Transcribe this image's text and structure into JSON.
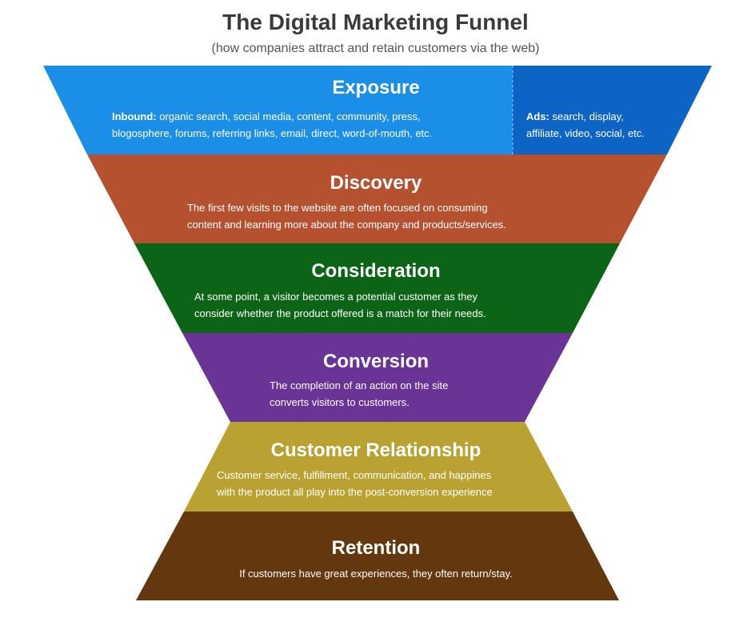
{
  "title": "The Digital Marketing Funnel",
  "subtitle": "(how companies attract and retain customers via the web)",
  "stages": [
    {
      "name": "Exposure",
      "color": "#1b8ee8",
      "inbound_label": "Inbound:",
      "inbound_lines": [
        "organic search, social media, content, community, press,",
        "blogosphere, forums, referring links, email, direct, word-of-mouth, etc."
      ],
      "ads_label": "Ads:",
      "ads_lines": [
        "search, display,",
        "affiliate, video, social, etc."
      ],
      "ads_color": "#0e64c4"
    },
    {
      "name": "Discovery",
      "color": "#b65130",
      "lines": [
        "The first few visits to the website are often focused on consuming",
        "content and learning more about the company and products/services."
      ]
    },
    {
      "name": "Consideration",
      "color": "#0c6517",
      "lines": [
        "At some point, a visitor becomes a potential customer as they",
        "consider whether the product offered is a match for their needs."
      ]
    },
    {
      "name": "Conversion",
      "color": "#6a3396",
      "lines": [
        "The completion of an action on the site",
        "converts visitors to customers."
      ]
    },
    {
      "name": "Customer Relationship",
      "color": "#b9a232",
      "lines": [
        "Customer service, fulfillment, communication, and happines",
        "with the product all play into the post-conversion experience"
      ]
    },
    {
      "name": "Retention",
      "color": "#64380e",
      "lines": [
        "If customers have great experiences, they often return/stay."
      ]
    }
  ]
}
